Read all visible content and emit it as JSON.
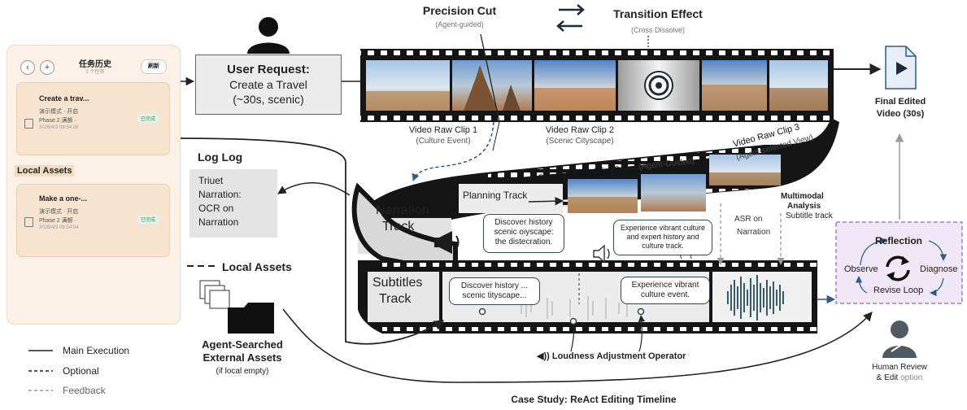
{
  "panel": {
    "title": "任务历史",
    "subtitle": "2 个任务",
    "back_glyph": "‹",
    "add_glyph": "+",
    "refresh_label": "刷新",
    "tasks": [
      {
        "title": "Create a trav...",
        "line1": "演示模式 · 开启",
        "line2": "Phase 2 满额 ·",
        "time": "2026/4/3 09:54:26",
        "status": "已完成"
      },
      {
        "title": "Make a one-...",
        "line1": "演示模式 · 开启",
        "line2": "Phase 2 满额 ·",
        "time": "2026/4/3 09:54:04",
        "status": "已完成"
      }
    ],
    "local_assets_label": "Local Assets"
  },
  "user_request": {
    "title": "User Request:",
    "line1": "Create a Travel",
    "line2": "(~30s, scenic)"
  },
  "precision_cut": {
    "title": "Precision Cut",
    "sub": "(Agent-guided)"
  },
  "transition": {
    "title": "Transition Effect",
    "sub": "(Cross Dissolve)"
  },
  "clips": {
    "clip1_title": "Video Raw Clip 1",
    "clip1_sub": "(Culture Event)",
    "clip2_title": "Video Raw Clip 2",
    "clip2_sub": "(Scenic Cityscape)",
    "clip2_agent": "Video Raw Clip 2",
    "clip2_agent_sub": "(Agent-Guided)",
    "clip3_title": "Video Raw Clip 3",
    "clip3_sub": "(Agent-selected View)"
  },
  "log": {
    "title": "Log Log",
    "lines": [
      "Triuet",
      "Narration:",
      "OCR on",
      "Narration"
    ]
  },
  "local_assets_title": "Local Assets",
  "external_assets": {
    "line1": "Agent-Searched",
    "line2": "External Assets",
    "line3": "(if local empty)"
  },
  "tracks": {
    "narration_line1": "Narration",
    "narration_line2": "Track",
    "subtitles_line1": "Subtitles",
    "subtitles_line2": "Track",
    "planning": "Planning Track"
  },
  "bubbles": {
    "narr_a": [
      "Discover history",
      "scenic oiyscape:",
      "the distecration."
    ],
    "narr_b": [
      "Experience vibrant culture",
      "and expert history and",
      "culture track."
    ],
    "sub_a": [
      "Discover history ...",
      "scenic tityscape..."
    ],
    "sub_b": [
      "Experience vibrant",
      "culture event."
    ]
  },
  "asr": {
    "line1": "ASR on",
    "line2": "Narration"
  },
  "multimodal": {
    "line1": "Multimodal",
    "line2": "Analysis",
    "line3": "Subtitle track"
  },
  "loudness": "Loudness Adjustment Operator",
  "final_video": {
    "line1": "Final Edited",
    "line2": "Video (30s)"
  },
  "reflection": {
    "title": "Reflection",
    "observe": "Observe",
    "diagnose": "Diagnose",
    "revise": "Revise Loop"
  },
  "human_review": {
    "line1": "Human Review",
    "line2a": "& Edit",
    "line2b": "option"
  },
  "legend": {
    "main": "Main Execution",
    "optional": "Optional",
    "feedback": "Feedback"
  },
  "caption": "Case Study: ReAct Editing Timeline",
  "colors": {
    "panel_bg": "#fbf1e6",
    "card_bg": "#f7e4cf",
    "status_green": "#3c9a57",
    "film": "#151515",
    "reflection_bg": "#efe7f5",
    "reflection_border": "#9a86bd",
    "accent_blue": "#2b5b86"
  }
}
